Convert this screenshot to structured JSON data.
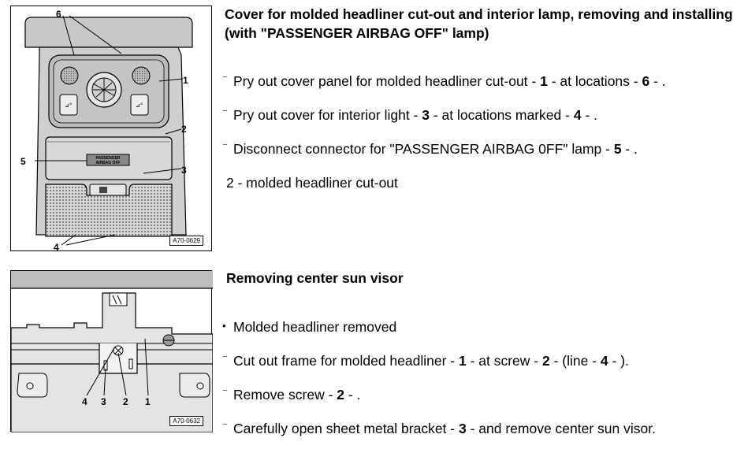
{
  "section1": {
    "heading": "Cover for molded headliner cut-out and interior lamp, removing and installing (with \"PASSENGER AIRBAG OFF\" lamp)",
    "figure": {
      "code": "A70-0629",
      "callouts": {
        "c1": "1",
        "c2": "2",
        "c3": "3",
        "c4": "4",
        "c5": "5",
        "c6": "6"
      },
      "lamp_label_line1": "PASSENGER",
      "lamp_label_line2": "AIRBAG OFF"
    },
    "steps": [
      {
        "marker": "⁻",
        "parts": [
          "Pry out cover panel for molded headliner cut-out - ",
          "1",
          " - at locations - ",
          "6",
          " - ."
        ]
      },
      {
        "marker": "⁻",
        "parts": [
          "Pry out cover for interior light - ",
          "3",
          " - at locations marked - ",
          "4",
          " - ."
        ]
      },
      {
        "marker": "⁻",
        "parts": [
          "Disconnect connector for \"PASSENGER AIRBAG 0FF\" lamp - ",
          "5",
          " - ."
        ]
      }
    ],
    "note": "2 - molded headliner cut-out"
  },
  "section2": {
    "heading": "Removing center sun visor",
    "figure": {
      "code": "A70-0632",
      "callouts": {
        "c4": "4",
        "c3": "3",
        "c2": "2",
        "c1": "1"
      }
    },
    "steps": [
      {
        "marker": "•",
        "parts": [
          "Molded headliner removed"
        ]
      },
      {
        "marker": "⁻",
        "parts": [
          "Cut out frame for molded headliner - ",
          "1",
          " - at screw - ",
          "2",
          " - (line - ",
          "4",
          " - )."
        ]
      },
      {
        "marker": "⁻",
        "parts": [
          "Remove screw - ",
          "2",
          " - ."
        ]
      },
      {
        "marker": "⁻",
        "parts": [
          "Carefully open sheet metal bracket - ",
          "3",
          " - and remove center sun visor."
        ]
      }
    ]
  }
}
